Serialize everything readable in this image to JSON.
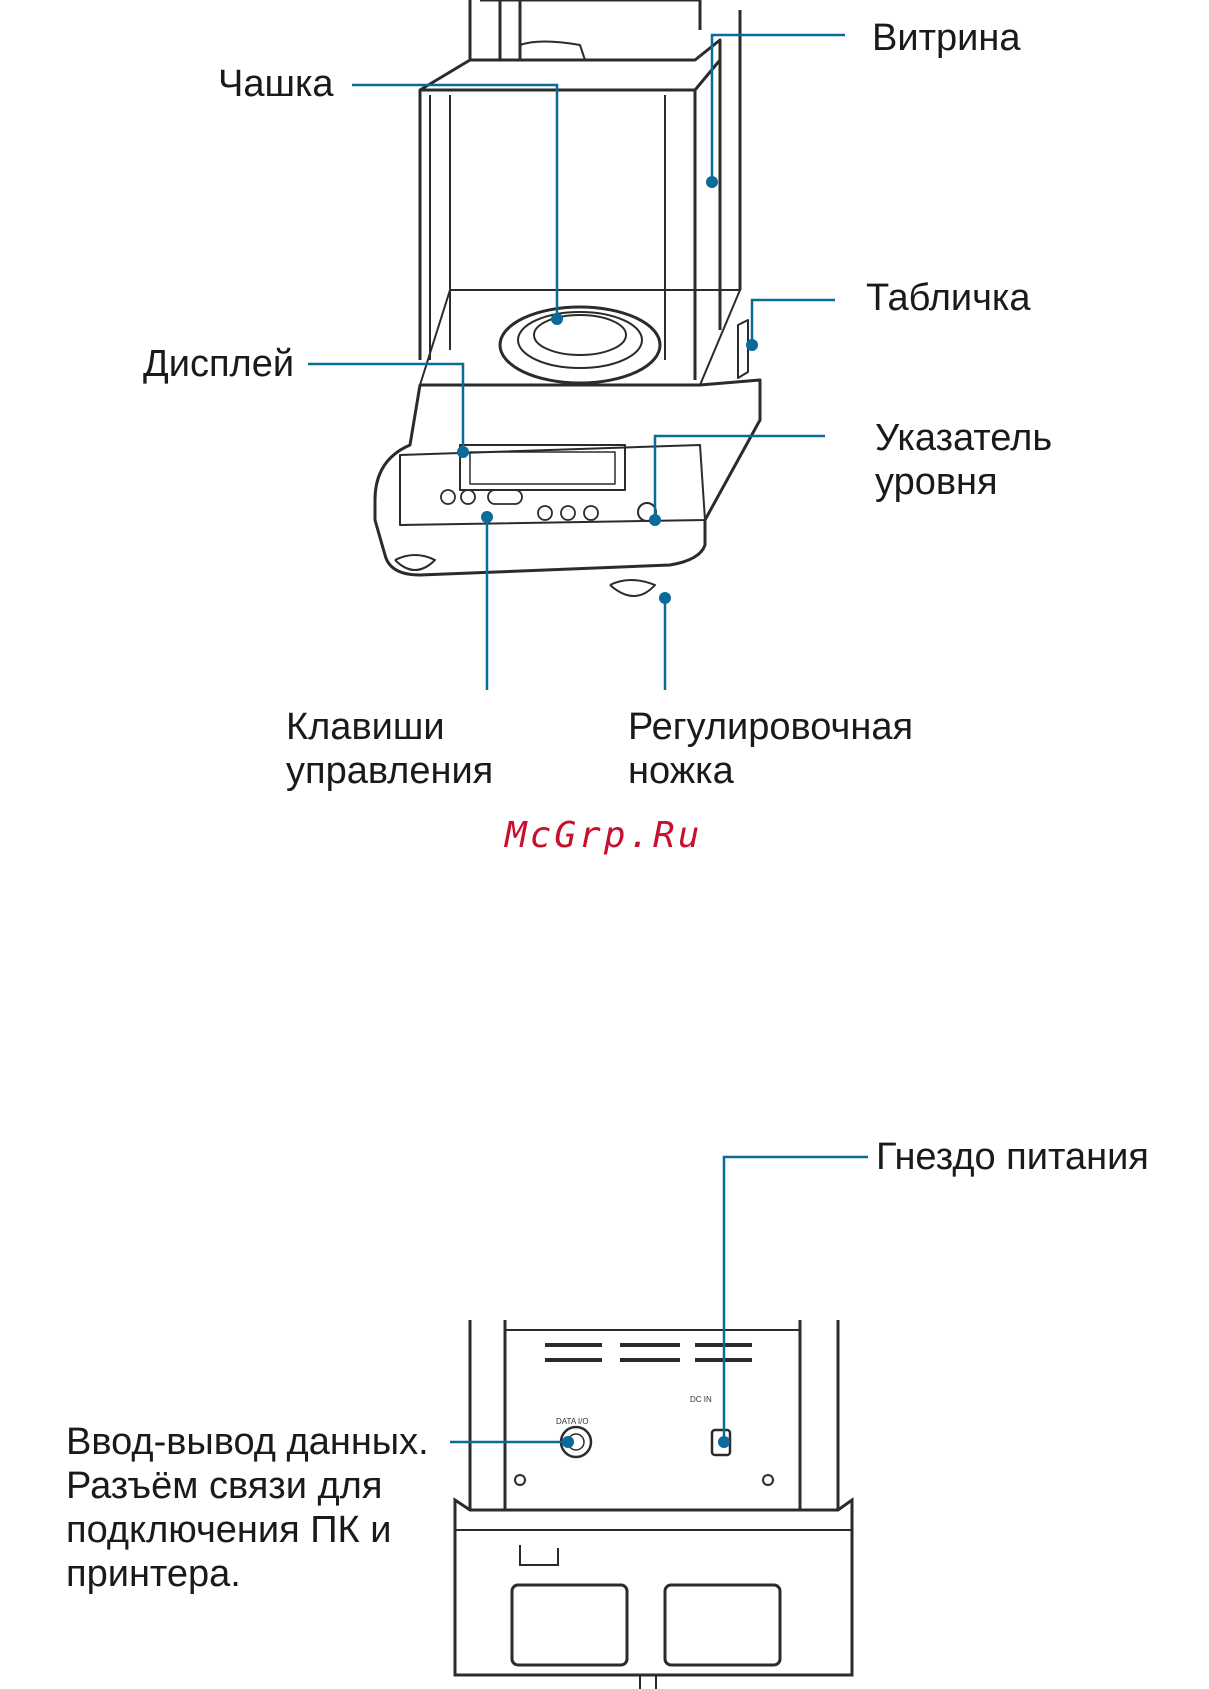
{
  "front_view": {
    "labels": {
      "showcase": "Витрина",
      "pan": "Чашка",
      "plate": "Табличка",
      "display": "Дисплей",
      "level_indicator_1": "Указатель",
      "level_indicator_2": "уровня",
      "keys_1": "Клавиши",
      "keys_2": "управления",
      "foot_1": "Регулировочная",
      "foot_2": "ножка"
    }
  },
  "watermark": "McGrp.Ru",
  "rear_view": {
    "labels": {
      "power_socket": "Гнездо питания",
      "data_io_1": "Ввод-вывод данных.",
      "data_io_2": "Разъём связи для",
      "data_io_3": "подключения ПК и",
      "data_io_4": "принтера."
    },
    "panel_text": {
      "data_port": "DATA I/O",
      "power_port": "DC IN"
    }
  },
  "colors": {
    "callout": "#0a6a9a",
    "drawing": "#2b2b2b",
    "watermark": "#c8102e"
  }
}
